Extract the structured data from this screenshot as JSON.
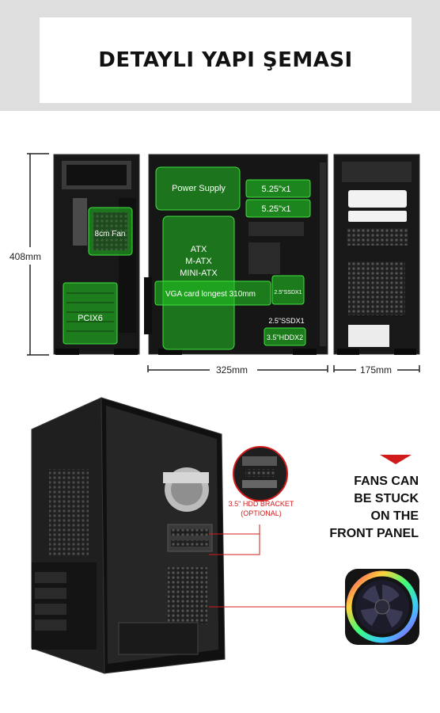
{
  "header": {
    "title": "DETAYLI YAPI ŞEMASI"
  },
  "dimensions": {
    "height": "408mm",
    "depth": "325mm",
    "width": "175mm"
  },
  "zones": {
    "fan": "8cm Fan",
    "pci": "PCIX6",
    "psu": "Power Supply",
    "bay1": "5.25\"x1",
    "bay2": "5.25\"x1",
    "mb_atx": "ATX",
    "mb_matx": "M-ATX",
    "mb_mini": "MINI-ATX",
    "vga": "VGA card longest 310mm",
    "ssd_small": "2.5\"SSDX1",
    "ssd": "2.5\"SSDX1",
    "hdd": "3.5\"HDDX2"
  },
  "callouts": {
    "hdd_bracket_line1": "3.5\" HDD BRACKET",
    "hdd_bracket_line2": "(OPTIONAL)",
    "fans_line1": "FANS CAN",
    "fans_line2": "BE STUCK",
    "fans_line3": "ON THE",
    "fans_line4": "FRONT PANEL"
  },
  "colors": {
    "green": "#22c222",
    "accent_red": "#d11a1a",
    "case": "#1c1c1c"
  }
}
